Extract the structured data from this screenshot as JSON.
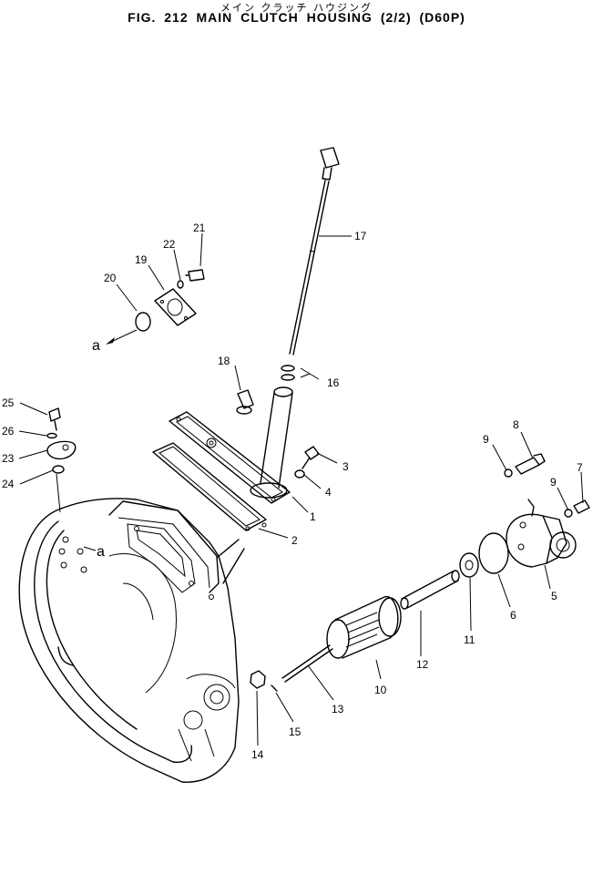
{
  "header": {
    "japanese_title": "メイン クラッチ ハウジング",
    "english_title": "FIG. 212  MAIN  CLUTCH  HOUSING  (2/2)  (D60P)"
  },
  "callouts": {
    "ref_a_left": "a",
    "ref_a_housing": "a"
  },
  "parts": [
    {
      "id": "p1",
      "no": "1"
    },
    {
      "id": "p2",
      "no": "2"
    },
    {
      "id": "p3",
      "no": "3"
    },
    {
      "id": "p4",
      "no": "4"
    },
    {
      "id": "p5",
      "no": "5"
    },
    {
      "id": "p6",
      "no": "6"
    },
    {
      "id": "p7",
      "no": "7"
    },
    {
      "id": "p8",
      "no": "8"
    },
    {
      "id": "p9a",
      "no": "9"
    },
    {
      "id": "p9b",
      "no": "9"
    },
    {
      "id": "p10",
      "no": "10"
    },
    {
      "id": "p11",
      "no": "11"
    },
    {
      "id": "p12",
      "no": "12"
    },
    {
      "id": "p13",
      "no": "13"
    },
    {
      "id": "p14",
      "no": "14"
    },
    {
      "id": "p15",
      "no": "15"
    },
    {
      "id": "p16",
      "no": "16"
    },
    {
      "id": "p17",
      "no": "17"
    },
    {
      "id": "p18",
      "no": "18"
    },
    {
      "id": "p19",
      "no": "19"
    },
    {
      "id": "p20",
      "no": "20"
    },
    {
      "id": "p21",
      "no": "21"
    },
    {
      "id": "p22",
      "no": "22"
    },
    {
      "id": "p23",
      "no": "23"
    },
    {
      "id": "p24",
      "no": "24"
    },
    {
      "id": "p25",
      "no": "25"
    },
    {
      "id": "p26",
      "no": "26"
    }
  ]
}
